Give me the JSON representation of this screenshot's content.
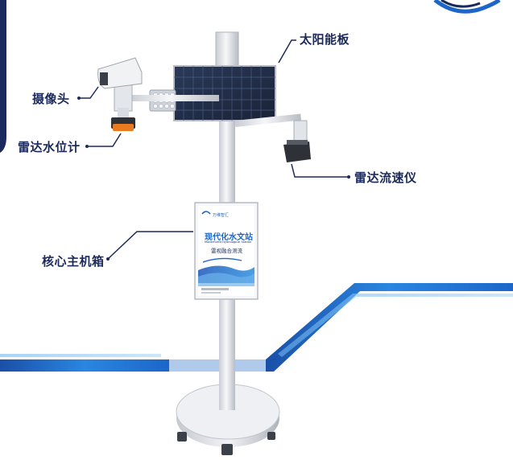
{
  "labels": {
    "camera": "摄像头",
    "radar_level": "雷达水位计",
    "solar_panel": "太阳能板",
    "radar_flow": "雷达流速仪",
    "main_box": "核心主机箱"
  },
  "cabinet": {
    "brand": "万维智汇",
    "title": "现代化水文站",
    "subtitle": "Modernized Hydrological Station",
    "tagline": "雷视融合测流"
  },
  "colors": {
    "accent_blue": "#1c66c9",
    "dark_navy": "#1b2a5a",
    "pole_gray": "#e6e9ee"
  }
}
